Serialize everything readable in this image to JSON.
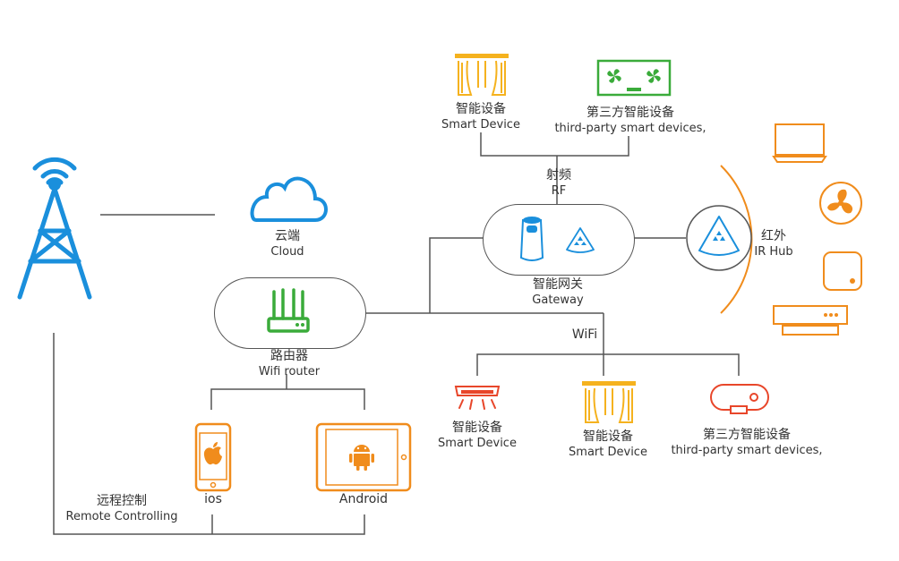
{
  "colors": {
    "blue": "#1a8fdc",
    "green": "#3aab3a",
    "orange": "#f08c1c",
    "yellow": "#f5b21e",
    "red": "#e8462a",
    "line": "#555555"
  },
  "nodes": {
    "cloud": {
      "cn": "云端",
      "en": "Cloud",
      "icon": "cloud-icon"
    },
    "router": {
      "cn": "路由器",
      "en": "Wifi router",
      "icon": "router-icon"
    },
    "gateway": {
      "cn": "智能网关",
      "en": "Gateway",
      "icon": "gateway-icon"
    },
    "ir_hub": {
      "cn": "红外",
      "en": "IR Hub",
      "icon": "ir-hub-icon"
    },
    "rf": {
      "cn": "射频",
      "en": "RF"
    },
    "wifi": {
      "label": "WiFi"
    },
    "rf_smart_device": {
      "cn": "智能设备",
      "en": "Smart Device",
      "icon": "curtain-icon"
    },
    "rf_third_party": {
      "cn": "第三方智能设备",
      "en": "third-party smart devices,",
      "icon": "fan-panel-icon"
    },
    "wifi_smart_device_1": {
      "cn": "智能设备",
      "en": "Smart Device",
      "icon": "ceiling-light-icon"
    },
    "wifi_smart_device_2": {
      "cn": "智能设备",
      "en": "Smart Device",
      "icon": "curtain-icon"
    },
    "wifi_third_party": {
      "cn": "第三方智能设备",
      "en": "third-party smart devices,",
      "icon": "sensor-icon"
    },
    "ios": {
      "label": "ios",
      "icon": "apple-phone-icon"
    },
    "android": {
      "label": "Android",
      "icon": "android-tablet-icon"
    },
    "remote": {
      "cn": "远程控制",
      "en": "Remote Controlling"
    }
  },
  "ir_devices": [
    "tv-icon",
    "fan-icon",
    "set-top-box-icon",
    "air-conditioner-icon"
  ]
}
